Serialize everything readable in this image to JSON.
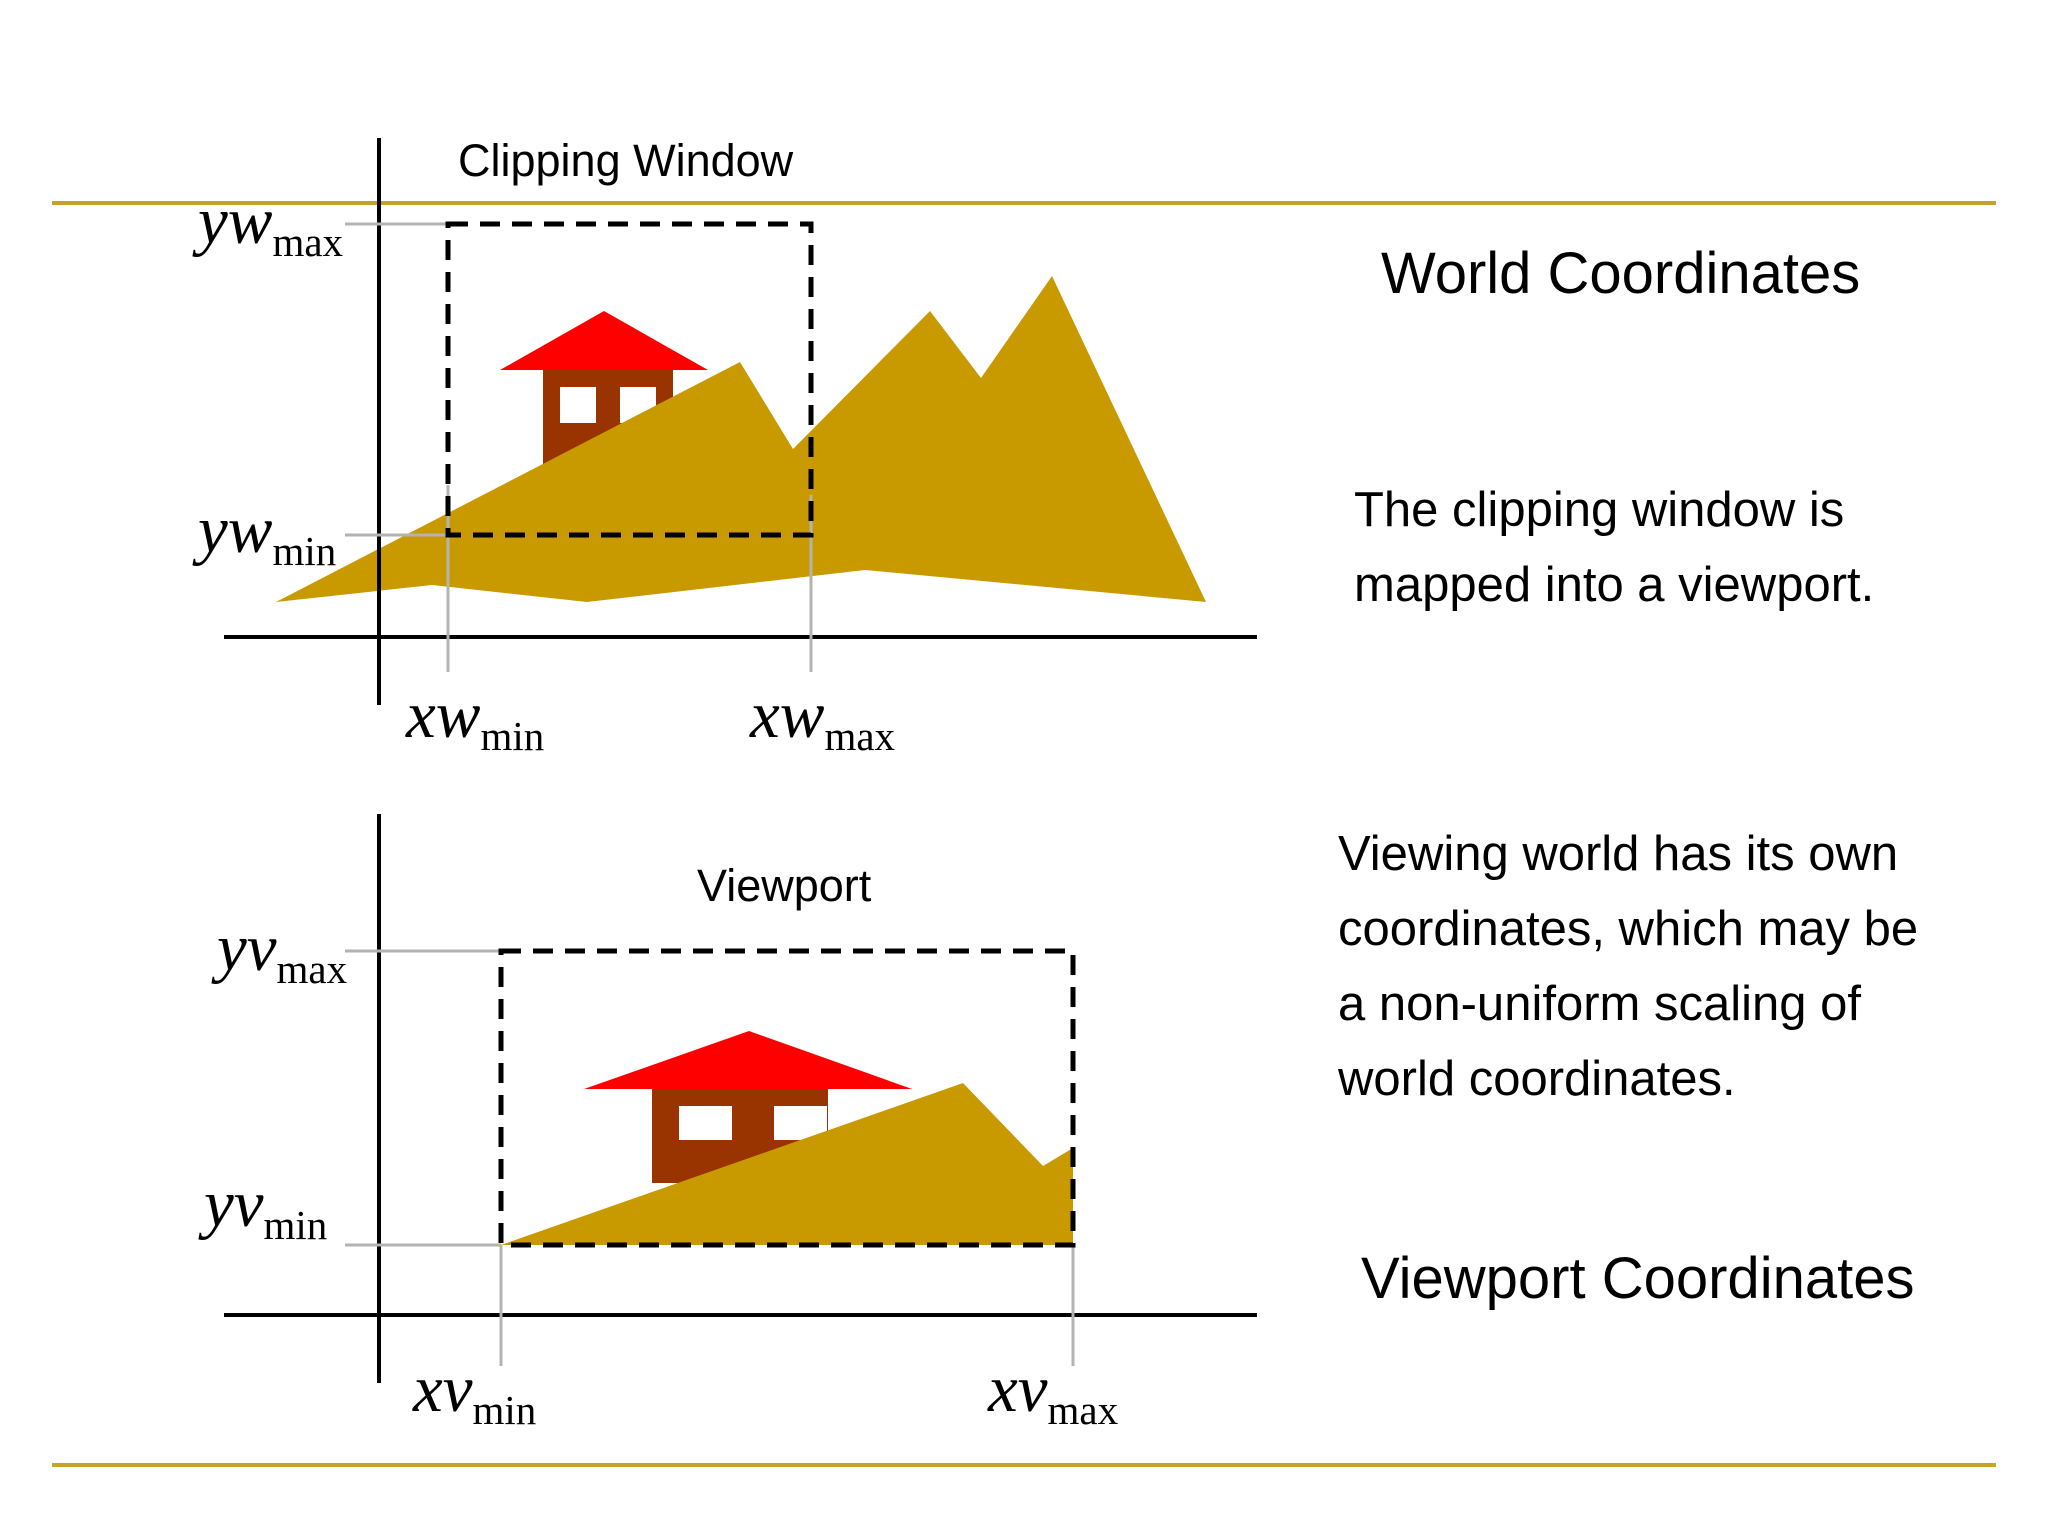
{
  "colors": {
    "rule": "#C9A02A",
    "mountain": "#C99A00",
    "roof": "#FF0000",
    "house_wall": "#993300",
    "window": "#FFFFFF",
    "axis": "#000000",
    "guide": "#B3B3B3",
    "dashed_box": "#000000"
  },
  "world_panel": {
    "title": "Clipping Window",
    "heading": "World Coordinates",
    "description_lines": [
      "The clipping window is",
      "mapped into a viewport."
    ],
    "labels": {
      "y_max": {
        "main": "yw",
        "sub": "max"
      },
      "y_min": {
        "main": "yw",
        "sub": "min"
      },
      "x_min": {
        "main": "xw",
        "sub": "min"
      },
      "x_max": {
        "main": "xw",
        "sub": "max"
      }
    }
  },
  "viewport_panel": {
    "title": "Viewport",
    "heading": "Viewport Coordinates",
    "description_lines": [
      "Viewing world has its own",
      "coordinates, which may be",
      "a non-uniform scaling of",
      "world coordinates."
    ],
    "labels": {
      "y_max": {
        "main": "yv",
        "sub": "max"
      },
      "y_min": {
        "main": "yv",
        "sub": "min"
      },
      "x_min": {
        "main": "xv",
        "sub": "min"
      },
      "x_max": {
        "main": "xv",
        "sub": "max"
      }
    }
  }
}
